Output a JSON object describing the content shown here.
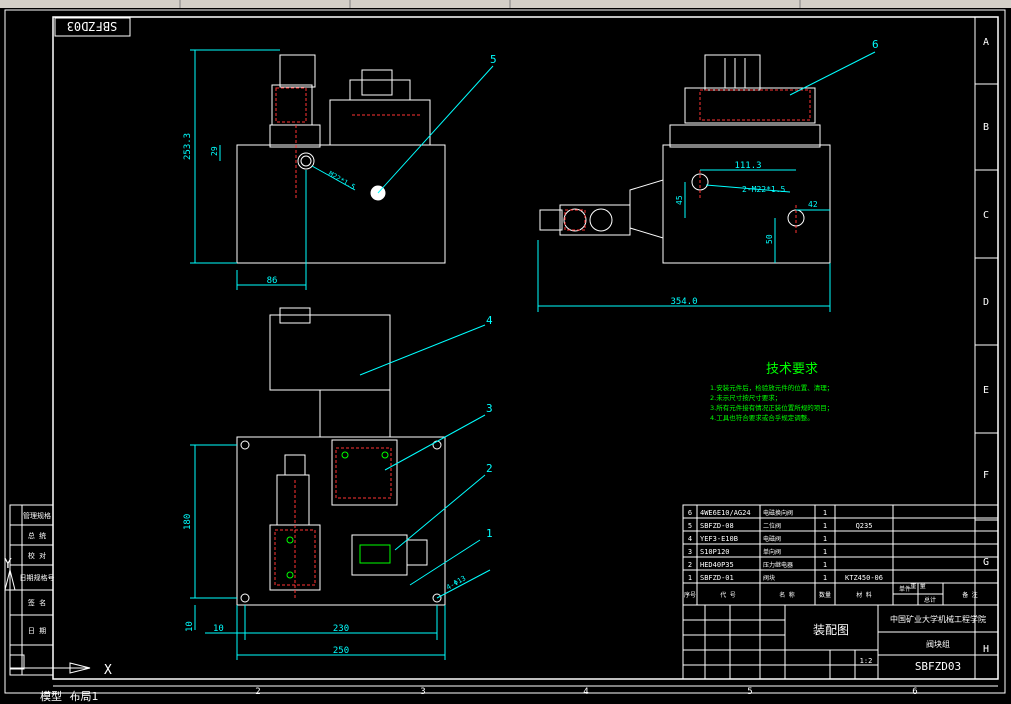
{
  "drawing": {
    "title_box_text": "SBFZD03",
    "grid_rows": [
      "A",
      "B",
      "C",
      "D",
      "E",
      "F",
      "G",
      "H"
    ],
    "grid_cols": [
      "2",
      "3",
      "4",
      "5",
      "6"
    ],
    "left_panel_labels": [
      "管理规格",
      "总 统",
      "校 对",
      "日期规格号",
      "签 名",
      "日 期"
    ],
    "tech_title": "技术要求",
    "tech_lines": [
      "1.安装元件后，检验放元件的位置、清理；",
      "2.未示尺寸按尺寸要求；",
      "3.所有元件接有情况正装位置所规的项目；",
      "4.工具也符合要求或合乎规定调整。"
    ],
    "dims": {
      "top_left_height": "253.3",
      "top_left_small": "29",
      "top_left_bottom": "86",
      "top_left_thread": "M22*1.5",
      "top_right_width": "111.3",
      "top_right_thread": "2-M22*1.5",
      "top_right_42": "42",
      "top_right_45": "45",
      "top_right_50": "50",
      "top_right_total": "354.0",
      "bottom_height": "180",
      "bottom_10_left": "10",
      "bottom_10": "10",
      "bottom_230": "230",
      "bottom_250": "250",
      "bottom_hole": "4-Φ13"
    },
    "balloons": [
      "1",
      "2",
      "3",
      "4",
      "5",
      "6"
    ],
    "bom_rows": [
      {
        "no": "6",
        "code": "4WE6E10/AG24",
        "name": "电磁换向阀",
        "qty": "1",
        "mat": "",
        "note": ""
      },
      {
        "no": "5",
        "code": "SBFZD-08",
        "name": "二位阀",
        "qty": "1",
        "mat": "Q235",
        "note": ""
      },
      {
        "no": "4",
        "code": "YEF3-E10B",
        "name": "电磁阀",
        "qty": "1",
        "mat": "",
        "note": ""
      },
      {
        "no": "3",
        "code": "S10P120",
        "name": "单向阀",
        "qty": "1",
        "mat": "",
        "note": ""
      },
      {
        "no": "2",
        "code": "HED40P35",
        "name": "压力继电器",
        "qty": "1",
        "mat": "",
        "note": ""
      },
      {
        "no": "1",
        "code": "SBFZD-01",
        "name": "阀块",
        "qty": "1",
        "mat": "KTZ450-06",
        "note": ""
      }
    ],
    "bom_header": [
      "序号",
      "代 号",
      "名 称",
      "数量",
      "材 料",
      "单件",
      "总计",
      "重 量",
      "备 注"
    ],
    "title_block": {
      "org": "中国矿业大学机械工程学院",
      "drawing_name": "装配图",
      "part_name": "阀块组",
      "drawing_no": "SBFZD03",
      "scale": "1:2"
    },
    "bottom_tabs": [
      "模型",
      "布局1"
    ]
  }
}
